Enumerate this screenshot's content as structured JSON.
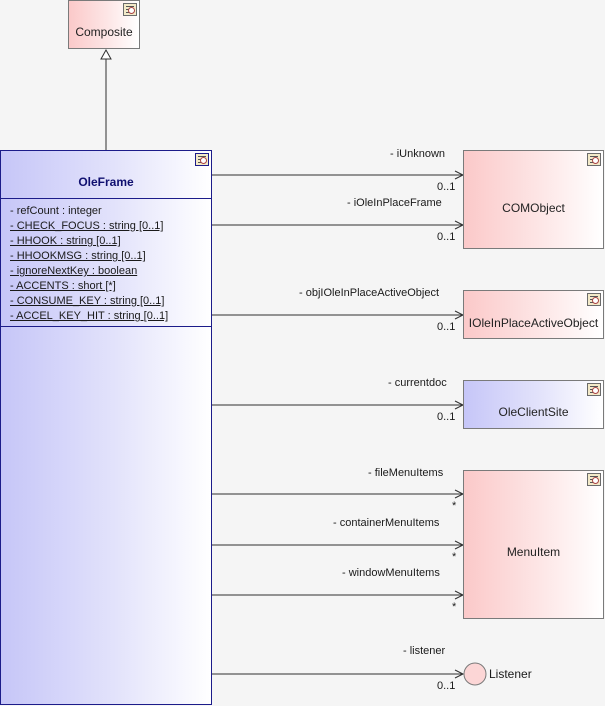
{
  "classes": {
    "composite": {
      "name": "Composite"
    },
    "oleframe": {
      "name": "OleFrame",
      "attributes": [
        {
          "text": "- refCount : integer",
          "static": false
        },
        {
          "text": "- CHECK_FOCUS : string [0..1]",
          "static": true
        },
        {
          "text": "- HHOOK : string [0..1]",
          "static": true
        },
        {
          "text": "- HHOOKMSG : string [0..1]",
          "static": true
        },
        {
          "text": "- ignoreNextKey : boolean",
          "static": true
        },
        {
          "text": "- ACCENTS : short [*]",
          "static": true
        },
        {
          "text": "- CONSUME_KEY : string [0..1]",
          "static": true
        },
        {
          "text": "- ACCEL_KEY_HIT : string [0..1]",
          "static": true
        }
      ]
    },
    "comobject": {
      "name": "COMObject"
    },
    "iole": {
      "name": "IOleInPlaceActiveObject"
    },
    "oleclientsite": {
      "name": "OleClientSite"
    },
    "menuitem": {
      "name": "MenuItem"
    },
    "listener": {
      "name": "Listener"
    }
  },
  "associations": [
    {
      "role": "- iUnknown",
      "multiplicity": "0..1"
    },
    {
      "role": "- iOleInPlaceFrame",
      "multiplicity": "0..1"
    },
    {
      "role": "- objIOleInPlaceActiveObject",
      "multiplicity": "0..1"
    },
    {
      "role": "- currentdoc",
      "multiplicity": "0..1"
    },
    {
      "role": "- fileMenuItems",
      "multiplicity": "*"
    },
    {
      "role": "- containerMenuItems",
      "multiplicity": "*"
    },
    {
      "role": "- windowMenuItems",
      "multiplicity": "*"
    },
    {
      "role": "- listener",
      "multiplicity": "0..1"
    }
  ],
  "colors": {
    "class_fill_pink": "#fbc9c9",
    "class_fill_blue": "#c6c6f8",
    "oleframe_border": "#1c1c8a",
    "line": "#303030"
  }
}
